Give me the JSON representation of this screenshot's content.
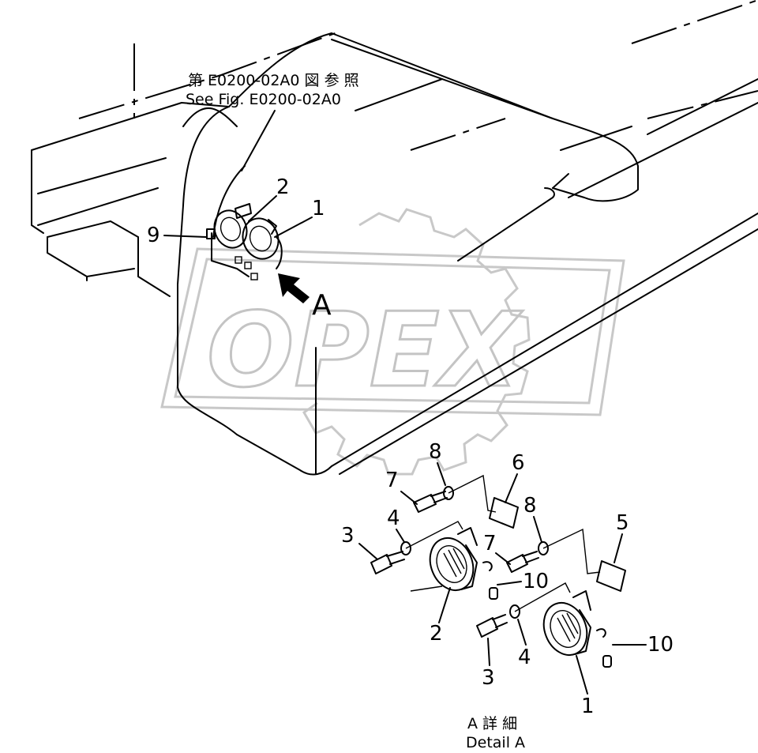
{
  "watermark": {
    "text": "OPEX"
  },
  "reference": {
    "jp": "第 E0200-02A0 図 参 照",
    "en": "See Fig. E0200-02A0"
  },
  "view_marker": {
    "label": "A"
  },
  "overview_callouts": {
    "p1": "1",
    "p2": "2",
    "p9": "9"
  },
  "detail_callouts": {
    "p1": "1",
    "p2": "2",
    "p3a": "3",
    "p3b": "3",
    "p4a": "4",
    "p4b": "4",
    "p5": "5",
    "p6": "6",
    "p7a": "7",
    "p7b": "7",
    "p8a": "8",
    "p8b": "8",
    "p10a": "10",
    "p10b": "10"
  },
  "detail_caption": {
    "jp": "A 詳 細",
    "en": "Detail A"
  }
}
